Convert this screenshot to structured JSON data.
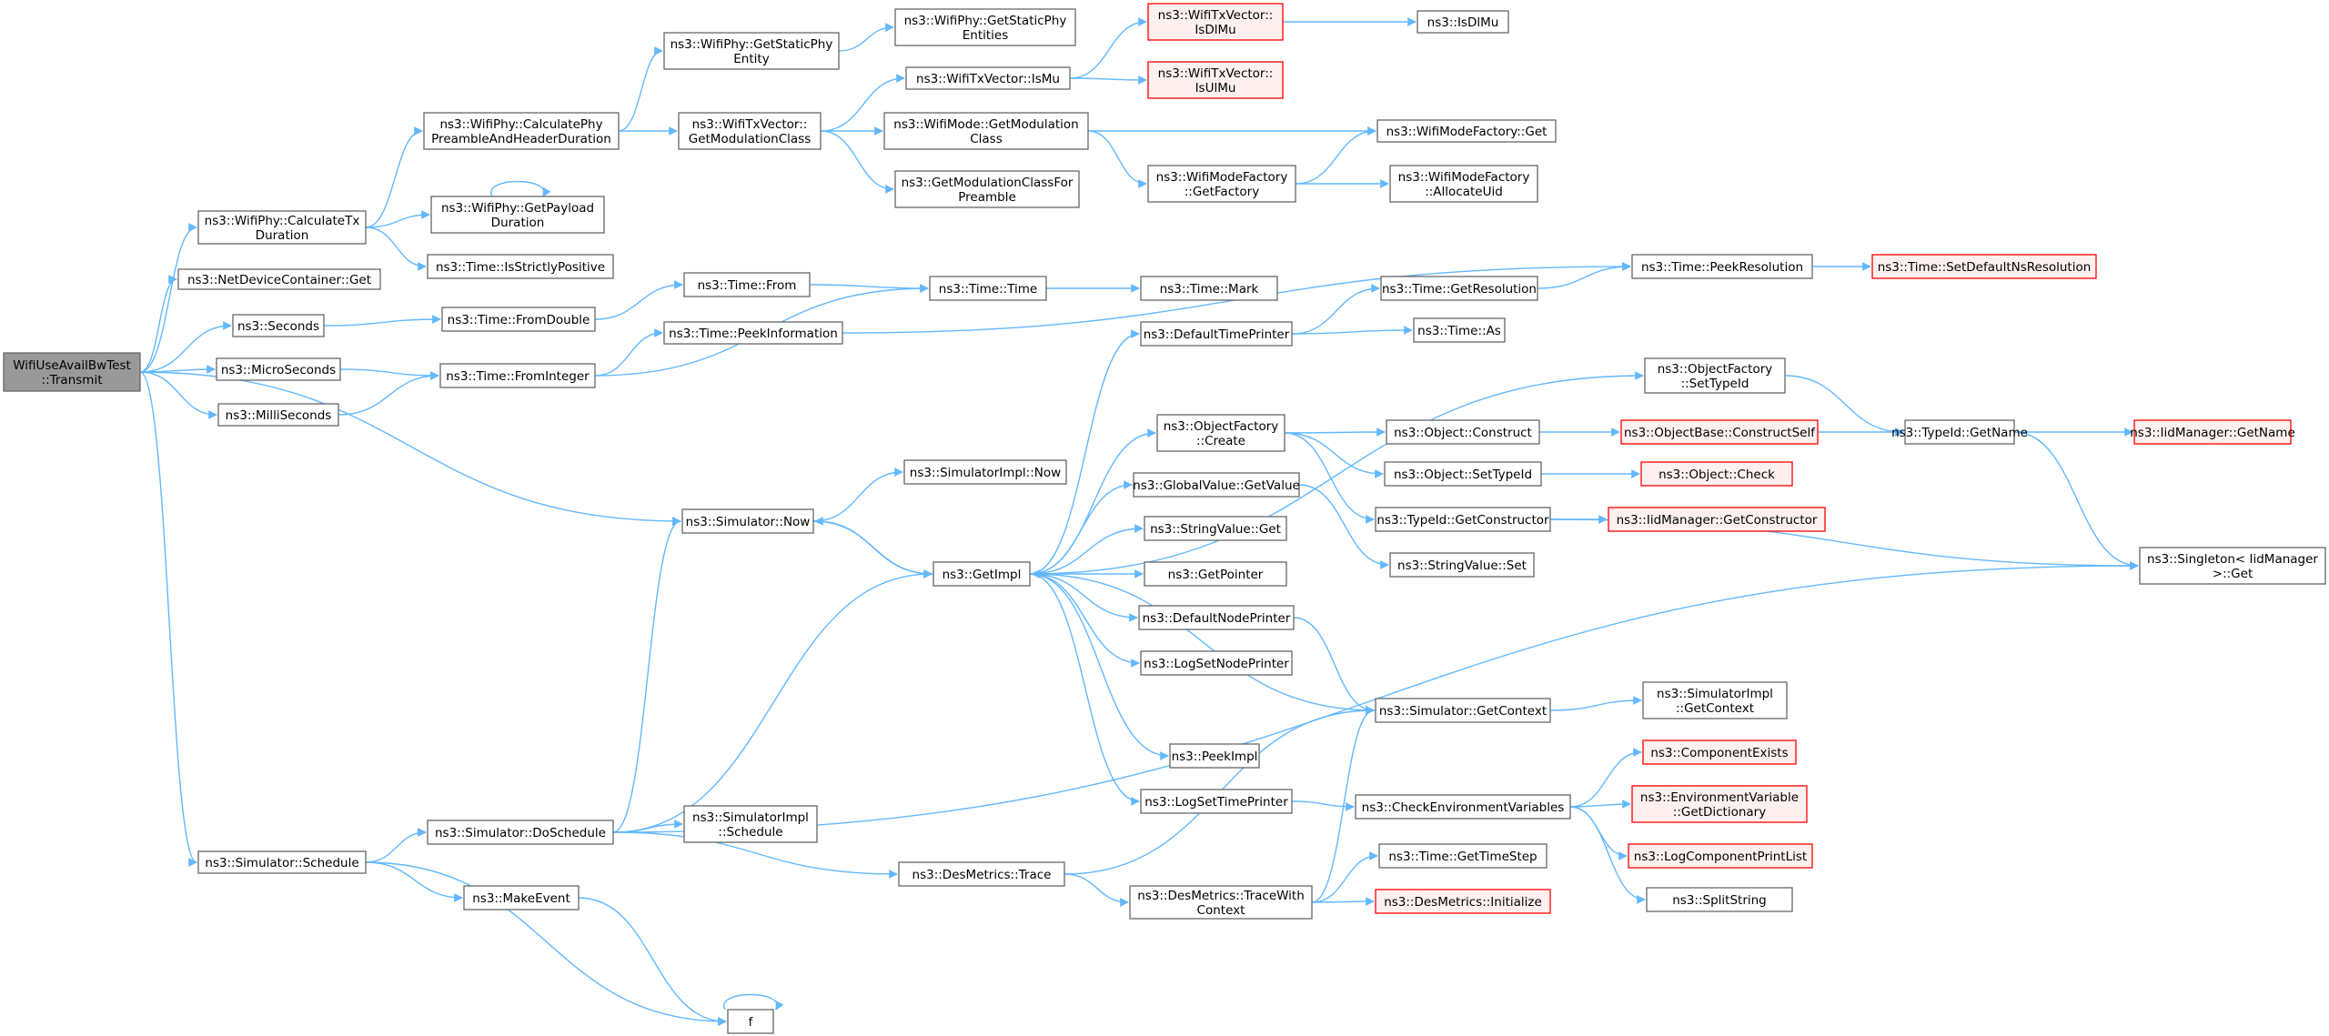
{
  "colors": {
    "edge": "#63b8ff",
    "node_border": "#666666",
    "node_fill": "#ffffff",
    "highlight_border": "#ff0000",
    "highlight_fill": "#fff0f0",
    "root_fill": "#999999",
    "root_border": "#666666"
  },
  "nodes": [
    {
      "id": "root",
      "label": [
        "WifiUseAvailBwTest",
        "::Transmit"
      ],
      "style": "root"
    },
    {
      "id": "calcTx",
      "label": [
        "ns3::WifiPhy::CalculateTx",
        "Duration"
      ],
      "style": "normal"
    },
    {
      "id": "ndcGet",
      "label": [
        "ns3::NetDeviceContainer::Get"
      ],
      "style": "normal"
    },
    {
      "id": "seconds",
      "label": [
        "ns3::Seconds"
      ],
      "style": "normal"
    },
    {
      "id": "micro",
      "label": [
        "ns3::MicroSeconds"
      ],
      "style": "normal"
    },
    {
      "id": "milli",
      "label": [
        "ns3::MilliSeconds"
      ],
      "style": "normal"
    },
    {
      "id": "schedule",
      "label": [
        "ns3::Simulator::Schedule"
      ],
      "style": "normal"
    },
    {
      "id": "calcPre",
      "label": [
        "ns3::WifiPhy::CalculatePhy",
        "PreambleAndHeaderDuration"
      ],
      "style": "normal"
    },
    {
      "id": "payload",
      "label": [
        "ns3::WifiPhy::GetPayload",
        "Duration"
      ],
      "style": "normal"
    },
    {
      "id": "strictly",
      "label": [
        "ns3::Time::IsStrictlyPositive"
      ],
      "style": "normal"
    },
    {
      "id": "fromDouble",
      "label": [
        "ns3::Time::FromDouble"
      ],
      "style": "normal"
    },
    {
      "id": "fromInteger",
      "label": [
        "ns3::Time::FromInteger"
      ],
      "style": "normal"
    },
    {
      "id": "staticPhy",
      "label": [
        "ns3::WifiPhy::GetStaticPhy",
        "Entity"
      ],
      "style": "normal"
    },
    {
      "id": "staticPhies",
      "label": [
        "ns3::WifiPhy::GetStaticPhy",
        "Entities"
      ],
      "style": "normal"
    },
    {
      "id": "getModClass",
      "label": [
        "ns3::WifiTxVector::",
        "GetModulationClass"
      ],
      "style": "normal"
    },
    {
      "id": "isMu",
      "label": [
        "ns3::WifiTxVector::IsMu"
      ],
      "style": "normal"
    },
    {
      "id": "isDlMuV",
      "label": [
        "ns3::WifiTxVector::",
        "IsDlMu"
      ],
      "style": "highlight"
    },
    {
      "id": "isUlMuV",
      "label": [
        "ns3::WifiTxVector::",
        "IsUlMu"
      ],
      "style": "highlight"
    },
    {
      "id": "isDlMu",
      "label": [
        "ns3::IsDlMu"
      ],
      "style": "normal"
    },
    {
      "id": "modeGetMod",
      "label": [
        "ns3::WifiMode::GetModulation",
        "Class"
      ],
      "style": "normal"
    },
    {
      "id": "getModPre",
      "label": [
        "ns3::GetModulationClassFor",
        "Preamble"
      ],
      "style": "normal"
    },
    {
      "id": "modeFactGet",
      "label": [
        "ns3::WifiModeFactory::Get"
      ],
      "style": "normal"
    },
    {
      "id": "getFactory",
      "label": [
        "ns3::WifiModeFactory",
        "::GetFactory"
      ],
      "style": "normal"
    },
    {
      "id": "allocUid",
      "label": [
        "ns3::WifiModeFactory",
        "::AllocateUid"
      ],
      "style": "normal"
    },
    {
      "id": "timeFrom",
      "label": [
        "ns3::Time::From"
      ],
      "style": "normal"
    },
    {
      "id": "peekInfo",
      "label": [
        "ns3::Time::PeekInformation"
      ],
      "style": "normal"
    },
    {
      "id": "timeTime",
      "label": [
        "ns3::Time::Time"
      ],
      "style": "normal"
    },
    {
      "id": "timeMark",
      "label": [
        "ns3::Time::Mark"
      ],
      "style": "normal"
    },
    {
      "id": "peekRes",
      "label": [
        "ns3::Time::PeekResolution"
      ],
      "style": "normal"
    },
    {
      "id": "setDefNs",
      "label": [
        "ns3::Time::SetDefaultNsResolution"
      ],
      "style": "highlight"
    },
    {
      "id": "getRes",
      "label": [
        "ns3::Time::GetResolution"
      ],
      "style": "normal"
    },
    {
      "id": "timeAs",
      "label": [
        "ns3::Time::As"
      ],
      "style": "normal"
    },
    {
      "id": "defTimePr",
      "label": [
        "ns3::DefaultTimePrinter"
      ],
      "style": "normal"
    },
    {
      "id": "ofSetType",
      "label": [
        "ns3::ObjectFactory",
        "::SetTypeId"
      ],
      "style": "normal"
    },
    {
      "id": "ofCreate",
      "label": [
        "ns3::ObjectFactory",
        "::Create"
      ],
      "style": "normal"
    },
    {
      "id": "objConstruct",
      "label": [
        "ns3::Object::Construct"
      ],
      "style": "normal"
    },
    {
      "id": "constructSelf",
      "label": [
        "ns3::ObjectBase::ConstructSelf"
      ],
      "style": "highlight"
    },
    {
      "id": "typeGetName",
      "label": [
        "ns3::TypeId::GetName"
      ],
      "style": "normal"
    },
    {
      "id": "iidGetName",
      "label": [
        "ns3::IidManager::GetName"
      ],
      "style": "highlight"
    },
    {
      "id": "objSetType",
      "label": [
        "ns3::Object::SetTypeId"
      ],
      "style": "normal"
    },
    {
      "id": "objCheck",
      "label": [
        "ns3::Object::Check"
      ],
      "style": "highlight"
    },
    {
      "id": "getCtor",
      "label": [
        "ns3::TypeId::GetConstructor"
      ],
      "style": "normal"
    },
    {
      "id": "iidGetCtor",
      "label": [
        "ns3::IidManager::GetConstructor"
      ],
      "style": "highlight"
    },
    {
      "id": "singleton",
      "label": [
        "ns3::Singleton< IidManager",
        ">::Get"
      ],
      "style": "normal"
    },
    {
      "id": "gvGetValue",
      "label": [
        "ns3::GlobalValue::GetValue"
      ],
      "style": "normal"
    },
    {
      "id": "svGet",
      "label": [
        "ns3::StringValue::Get"
      ],
      "style": "normal"
    },
    {
      "id": "svSet",
      "label": [
        "ns3::StringValue::Set"
      ],
      "style": "normal"
    },
    {
      "id": "simNow",
      "label": [
        "ns3::Simulator::Now"
      ],
      "style": "normal"
    },
    {
      "id": "simImplNow",
      "label": [
        "ns3::SimulatorImpl::Now"
      ],
      "style": "normal"
    },
    {
      "id": "getImpl",
      "label": [
        "ns3::GetImpl"
      ],
      "style": "normal"
    },
    {
      "id": "getPointer",
      "label": [
        "ns3::GetPointer"
      ],
      "style": "normal"
    },
    {
      "id": "defNodePr",
      "label": [
        "ns3::DefaultNodePrinter"
      ],
      "style": "normal"
    },
    {
      "id": "logSetNode",
      "label": [
        "ns3::LogSetNodePrinter"
      ],
      "style": "normal"
    },
    {
      "id": "peekImpl",
      "label": [
        "ns3::PeekImpl"
      ],
      "style": "normal"
    },
    {
      "id": "logSetTime",
      "label": [
        "ns3::LogSetTimePrinter"
      ],
      "style": "normal"
    },
    {
      "id": "simGetCtx",
      "label": [
        "ns3::Simulator::GetContext"
      ],
      "style": "normal"
    },
    {
      "id": "simImplGetCtx",
      "label": [
        "ns3::SimulatorImpl",
        "::GetContext"
      ],
      "style": "normal"
    },
    {
      "id": "checkEnv",
      "label": [
        "ns3::CheckEnvironmentVariables"
      ],
      "style": "normal"
    },
    {
      "id": "compExists",
      "label": [
        "ns3::ComponentExists"
      ],
      "style": "highlight"
    },
    {
      "id": "envGetDict",
      "label": [
        "ns3::EnvironmentVariable",
        "::GetDictionary"
      ],
      "style": "highlight"
    },
    {
      "id": "logCompPrint",
      "label": [
        "ns3::LogComponentPrintList"
      ],
      "style": "highlight"
    },
    {
      "id": "splitStr",
      "label": [
        "ns3::SplitString"
      ],
      "style": "normal"
    },
    {
      "id": "doSchedule",
      "label": [
        "ns3::Simulator::DoSchedule"
      ],
      "style": "normal"
    },
    {
      "id": "simImplSched",
      "label": [
        "ns3::SimulatorImpl",
        "::Schedule"
      ],
      "style": "normal"
    },
    {
      "id": "desTrace",
      "label": [
        "ns3::DesMetrics::Trace"
      ],
      "style": "normal"
    },
    {
      "id": "desTraceCtx",
      "label": [
        "ns3::DesMetrics::TraceWith",
        "Context"
      ],
      "style": "normal"
    },
    {
      "id": "getTimeStep",
      "label": [
        "ns3::Time::GetTimeStep"
      ],
      "style": "normal"
    },
    {
      "id": "desInit",
      "label": [
        "ns3::DesMetrics::Initialize"
      ],
      "style": "highlight"
    },
    {
      "id": "makeEvent",
      "label": [
        "ns3::MakeEvent"
      ],
      "style": "normal"
    },
    {
      "id": "f",
      "label": [
        "f"
      ],
      "style": "normal"
    }
  ],
  "edges": [
    [
      "root",
      "calcTx"
    ],
    [
      "root",
      "ndcGet"
    ],
    [
      "root",
      "seconds"
    ],
    [
      "root",
      "micro"
    ],
    [
      "root",
      "milli"
    ],
    [
      "root",
      "simNow"
    ],
    [
      "root",
      "schedule"
    ],
    [
      "calcTx",
      "calcPre"
    ],
    [
      "calcTx",
      "payload"
    ],
    [
      "calcTx",
      "strictly"
    ],
    [
      "calcPre",
      "staticPhy"
    ],
    [
      "calcPre",
      "getModClass"
    ],
    [
      "staticPhy",
      "staticPhies"
    ],
    [
      "payload",
      "payload"
    ],
    [
      "getModClass",
      "isMu"
    ],
    [
      "getModClass",
      "modeGetMod"
    ],
    [
      "getModClass",
      "getModPre"
    ],
    [
      "isMu",
      "isDlMuV"
    ],
    [
      "isMu",
      "isUlMuV"
    ],
    [
      "isDlMuV",
      "isDlMu"
    ],
    [
      "modeGetMod",
      "modeFactGet"
    ],
    [
      "modeGetMod",
      "getFactory"
    ],
    [
      "getFactory",
      "modeFactGet"
    ],
    [
      "getFactory",
      "allocUid"
    ],
    [
      "seconds",
      "fromDouble"
    ],
    [
      "micro",
      "fromInteger"
    ],
    [
      "milli",
      "fromInteger"
    ],
    [
      "fromDouble",
      "timeFrom"
    ],
    [
      "fromInteger",
      "peekInfo"
    ],
    [
      "fromInteger",
      "timeTime"
    ],
    [
      "timeFrom",
      "timeTime"
    ],
    [
      "peekInfo",
      "peekRes"
    ],
    [
      "timeTime",
      "timeMark"
    ],
    [
      "peekRes",
      "setDefNs"
    ],
    [
      "getRes",
      "peekRes"
    ],
    [
      "defTimePr",
      "getRes"
    ],
    [
      "defTimePr",
      "timeAs"
    ],
    [
      "ofSetType",
      "typeGetName"
    ],
    [
      "ofCreate",
      "objConstruct"
    ],
    [
      "ofCreate",
      "objSetType"
    ],
    [
      "ofCreate",
      "getCtor"
    ],
    [
      "objConstruct",
      "constructSelf"
    ],
    [
      "constructSelf",
      "typeGetName"
    ],
    [
      "typeGetName",
      "iidGetName"
    ],
    [
      "typeGetName",
      "singleton"
    ],
    [
      "objSetType",
      "objCheck"
    ],
    [
      "getCtor",
      "iidGetCtor"
    ],
    [
      "getCtor",
      "singleton"
    ],
    [
      "gvGetValue",
      "svSet"
    ],
    [
      "simNow",
      "simImplNow"
    ],
    [
      "simNow",
      "getImpl"
    ],
    [
      "getImpl",
      "simNow"
    ],
    [
      "getImpl",
      "defTimePr"
    ],
    [
      "getImpl",
      "ofSetType"
    ],
    [
      "getImpl",
      "ofCreate"
    ],
    [
      "getImpl",
      "gvGetValue"
    ],
    [
      "getImpl",
      "svGet"
    ],
    [
      "getImpl",
      "getPointer"
    ],
    [
      "getImpl",
      "defNodePr"
    ],
    [
      "getImpl",
      "logSetNode"
    ],
    [
      "getImpl",
      "peekImpl"
    ],
    [
      "getImpl",
      "logSetTime"
    ],
    [
      "defNodePr",
      "simGetCtx"
    ],
    [
      "simGetCtx",
      "getImpl"
    ],
    [
      "simGetCtx",
      "simImplGetCtx"
    ],
    [
      "logSetTime",
      "checkEnv"
    ],
    [
      "checkEnv",
      "compExists"
    ],
    [
      "checkEnv",
      "envGetDict"
    ],
    [
      "checkEnv",
      "logCompPrint"
    ],
    [
      "checkEnv",
      "splitStr"
    ],
    [
      "schedule",
      "doSchedule"
    ],
    [
      "schedule",
      "makeEvent"
    ],
    [
      "schedule",
      "f"
    ],
    [
      "doSchedule",
      "simNow"
    ],
    [
      "doSchedule",
      "getImpl"
    ],
    [
      "doSchedule",
      "simImplSched"
    ],
    [
      "doSchedule",
      "desTrace"
    ],
    [
      "doSchedule",
      "singleton"
    ],
    [
      "desTrace",
      "simGetCtx"
    ],
    [
      "desTrace",
      "desTraceCtx"
    ],
    [
      "desTraceCtx",
      "simGetCtx"
    ],
    [
      "desTraceCtx",
      "getTimeStep"
    ],
    [
      "desTraceCtx",
      "desInit"
    ],
    [
      "makeEvent",
      "f"
    ],
    [
      "f",
      "f"
    ]
  ]
}
